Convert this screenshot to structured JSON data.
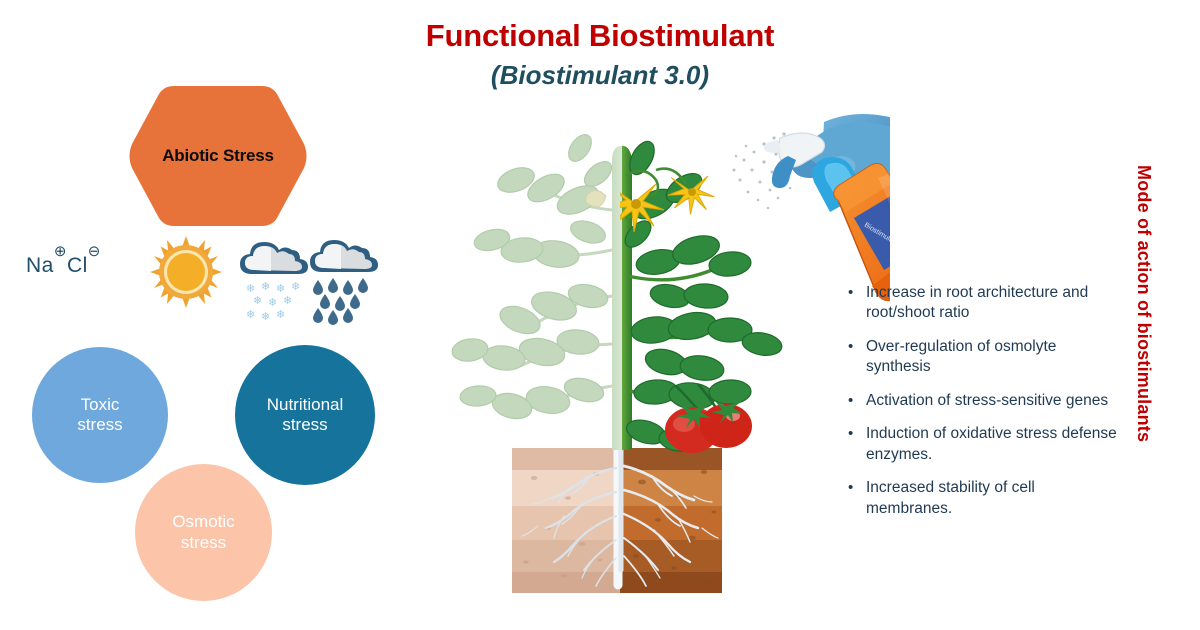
{
  "header": {
    "title": "Functional Biostimulant",
    "subtitle": "(Biostimulant 3.0)",
    "title_color": "#C00000",
    "subtitle_color": "#1F4E5F"
  },
  "stress_panel": {
    "hexagon_label": "Abiotic Stress",
    "hexagon_color": "#E8733A",
    "formula": "NaCl",
    "formula_cation": "⊕",
    "formula_anion": "⊖",
    "formula_na": "Na",
    "formula_cl": "Cl",
    "formula_color": "#1F4E68",
    "weather_icons": [
      {
        "name": "sun-icon",
        "label": "Sun / heat stress",
        "color": "#F0A22E"
      },
      {
        "name": "snow-cloud-icon",
        "label": "Snow / cold stress",
        "color": "#2E5F82"
      },
      {
        "name": "rain-cloud-icon",
        "label": "Rain / flood stress",
        "color": "#2E5F82"
      }
    ],
    "circles": [
      {
        "label_line1": "Toxic",
        "label_line2": "stress",
        "color": "#6FA8DC"
      },
      {
        "label_line1": "Nutritional",
        "label_line2": "stress",
        "color": "#16739C"
      },
      {
        "label_line1": "Osmotic",
        "label_line2": "stress",
        "color": "#FCC4A8"
      }
    ]
  },
  "illustration": {
    "description": "Tomato plant split vertically: faded stressed half on the left, vibrant healthy half on the right, with soil cross-section and root system below",
    "sprayer_label": "Gloved hand holding a biostimulant spray bottle",
    "bottle_colors": {
      "body": "#F2711C",
      "label": "#3A5BAB",
      "neck": "#2EA7E0"
    },
    "glove_color": "#4A90C4",
    "leaf_healthy": "#2F8A3E",
    "leaf_stressed": "#BFD4BA",
    "flower_color": "#F5C518",
    "fruit_color": "#D42B20",
    "soil_healthy": "#B4662C",
    "soil_stressed": "#EBCDBB",
    "root_color": "#E8EDF2"
  },
  "modes": {
    "vertical_label": "Mode of action of biostimulants",
    "vertical_label_color": "#C00000",
    "bullet_char": "•",
    "items": [
      "Increase in root architecture and root/shoot ratio",
      "Over-regulation of osmolyte synthesis",
      "Activation of stress-sensitive genes",
      "Induction of oxidative stress defense enzymes.",
      "Increased stability of cell membranes."
    ]
  }
}
